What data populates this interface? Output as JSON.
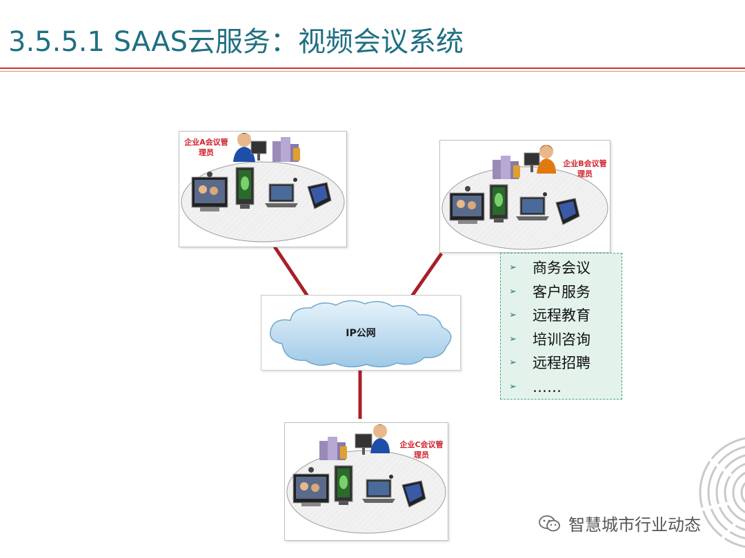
{
  "page": {
    "title": "3.5.5.1 SAAS云服务：视频会议系统"
  },
  "diagram": {
    "network_label": "IP公网",
    "enterprises": [
      {
        "line1": "企业A会议管",
        "line2": "理员"
      },
      {
        "line1": "企业B会议管",
        "line2": "理员"
      },
      {
        "line1": "企业C会议管",
        "line2": "理员"
      }
    ],
    "services": [
      "商务会议",
      "客户服务",
      "远程教育",
      "培训咨询",
      "远程招聘",
      "……"
    ],
    "service_bullet": "➢"
  },
  "watermark": {
    "text": "智慧城市行业动态",
    "icon": "wechat-icon"
  },
  "colors": {
    "title": "#1f6f83",
    "link_line": "#a8202a",
    "label_red": "#d0202a",
    "services_bg": "#e3f3ec",
    "services_border": "#45a58a"
  }
}
